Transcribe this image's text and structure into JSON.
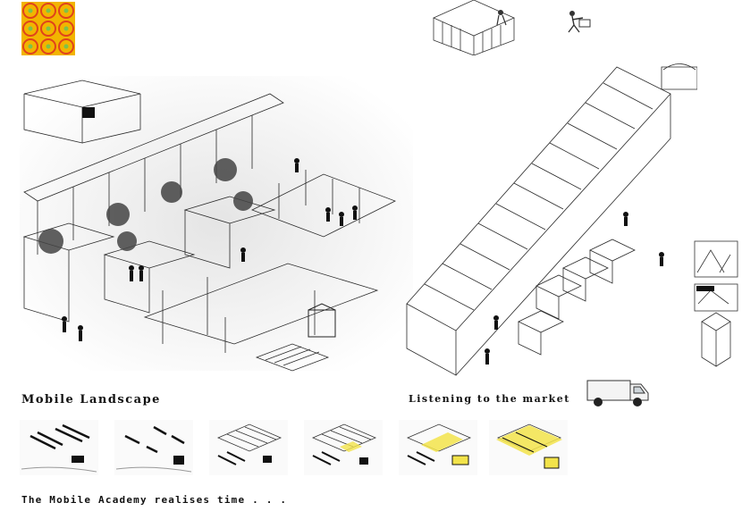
{
  "captions": {
    "left_title": "Mobile Landscape",
    "right_title": "Listening to the market",
    "bottom_line": "The Mobile Academy realises time . . ."
  },
  "colors": {
    "accent_yellow": "#f2e34a",
    "tile_orange": "#f2b400",
    "tile_red": "#e0431b",
    "tile_green": "#7cc24b",
    "ink": "#222222"
  },
  "thumbnails": [
    {
      "label_hint": "stage-1",
      "highlight": 0.0
    },
    {
      "label_hint": "stage-2",
      "highlight": 0.0
    },
    {
      "label_hint": "stage-3",
      "highlight": 0.0
    },
    {
      "label_hint": "stage-4",
      "highlight": 0.2
    },
    {
      "label_hint": "stage-5",
      "highlight": 0.5
    },
    {
      "label_hint": "stage-6",
      "highlight": 0.8
    }
  ]
}
